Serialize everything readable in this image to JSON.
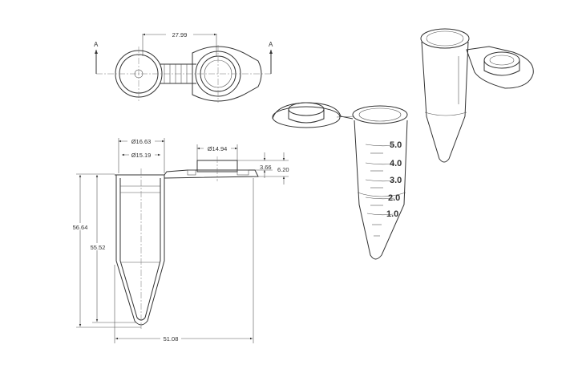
{
  "drawing": {
    "section_labels": [
      "A",
      "A"
    ],
    "dimensions": {
      "top_width": "27.99",
      "outer_diameter": "Ø16.63",
      "inner_diameter": "Ø15.19",
      "cap_diameter": "Ø14.94",
      "cap_height": "3.66",
      "cap_total_height": "6.20",
      "overall_height": "56.64",
      "tube_height": "55.52",
      "overall_width": "51.08"
    },
    "graduations": [
      "5.0",
      "4.0",
      "3.0",
      "2.0",
      "1.0"
    ]
  }
}
